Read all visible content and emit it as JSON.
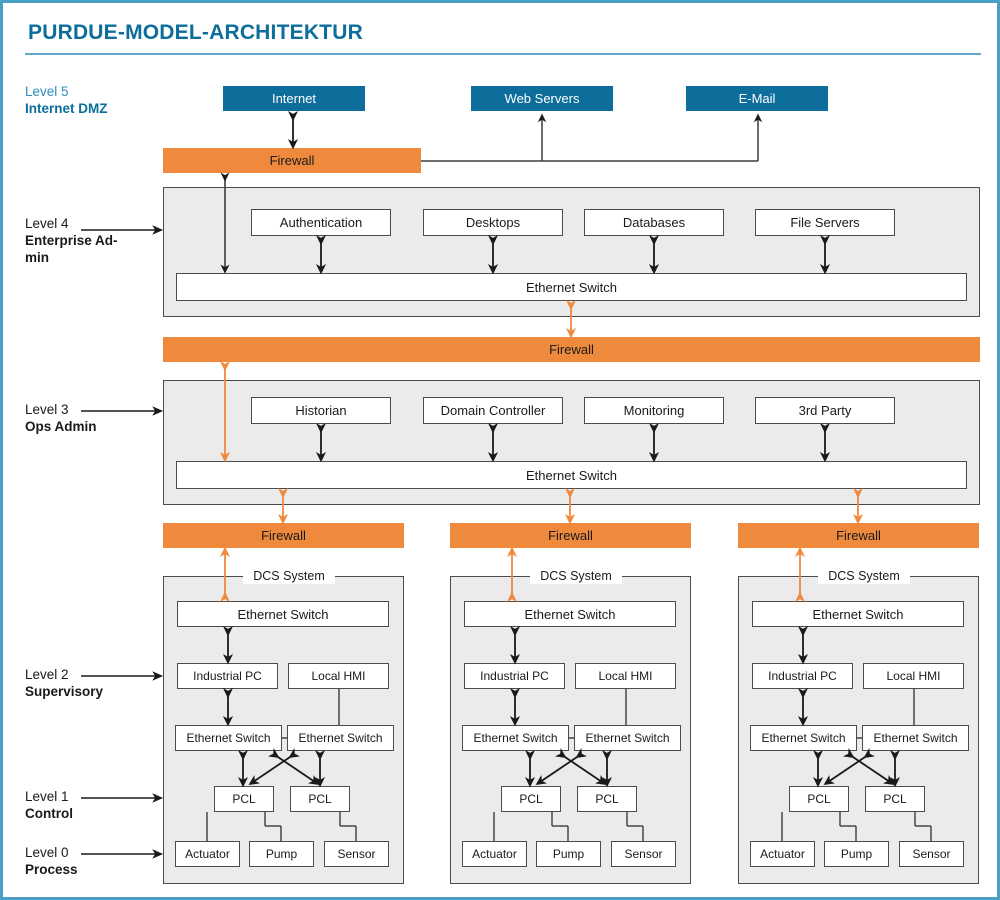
{
  "page": {
    "title": "PURDUE-MODEL-ARCHITEKTUR",
    "border_color": "#4a9fc4",
    "accent_blue": "#0d6e9c",
    "accent_orange": "#ef8a3d",
    "zone_gray": "#ebebeb"
  },
  "levels": [
    {
      "id": "level5",
      "number": "Level 5",
      "name": "Internet DMZ",
      "style": "blue"
    },
    {
      "id": "level4",
      "number": "Level 4",
      "name": "Enterprise Ad-",
      "name2": "min",
      "style": "black"
    },
    {
      "id": "level3",
      "number": "Level 3",
      "name": "Ops Admin",
      "style": "black"
    },
    {
      "id": "level2",
      "number": "Level 2",
      "name": "Supervisory",
      "style": "black"
    },
    {
      "id": "level1",
      "number": "Level 1",
      "name": "Control",
      "style": "black"
    },
    {
      "id": "level0",
      "number": "Level 0",
      "name": "Process",
      "style": "black"
    }
  ],
  "level5": {
    "nodes": [
      {
        "label": "Internet"
      },
      {
        "label": "Web Servers"
      },
      {
        "label": "E-Mail"
      }
    ],
    "firewall": "Firewall"
  },
  "level4": {
    "nodes": [
      {
        "label": "Authentication"
      },
      {
        "label": "Desktops"
      },
      {
        "label": "Databases"
      },
      {
        "label": "File Servers"
      }
    ],
    "switch": "Ethernet Switch",
    "firewall": "Firewall"
  },
  "level3": {
    "nodes": [
      {
        "label": "Historian"
      },
      {
        "label": "Domain Controller"
      },
      {
        "label": "Monitoring"
      },
      {
        "label": "3rd Party"
      }
    ],
    "switch": "Ethernet Switch",
    "firewalls": [
      {
        "label": "Firewall"
      },
      {
        "label": "Firewall"
      },
      {
        "label": "Firewall"
      }
    ]
  },
  "dcs_systems": [
    {
      "caption": "DCS System",
      "top_switch": "Ethernet Switch",
      "industrial_pc": "Industrial PC",
      "local_hmi": "Local HMI",
      "switch_left": "Ethernet Switch",
      "switch_right": "Ethernet Switch",
      "pcl_left": "PCL",
      "pcl_right": "PCL",
      "field": [
        "Actuator",
        "Pump",
        "Sensor"
      ]
    },
    {
      "caption": "DCS System",
      "top_switch": "Ethernet Switch",
      "industrial_pc": "Industrial PC",
      "local_hmi": "Local HMI",
      "switch_left": "Ethernet Switch",
      "switch_right": "Ethernet Switch",
      "pcl_left": "PCL",
      "pcl_right": "PCL",
      "field": [
        "Actuator",
        "Pump",
        "Sensor"
      ]
    },
    {
      "caption": "DCS System",
      "top_switch": "Ethernet Switch",
      "industrial_pc": "Industrial PC",
      "local_hmi": "Local HMI",
      "switch_left": "Ethernet Switch",
      "switch_right": "Ethernet Switch",
      "pcl_left": "PCL",
      "pcl_right": "PCL",
      "field": [
        "Actuator",
        "Pump",
        "Sensor"
      ]
    }
  ]
}
